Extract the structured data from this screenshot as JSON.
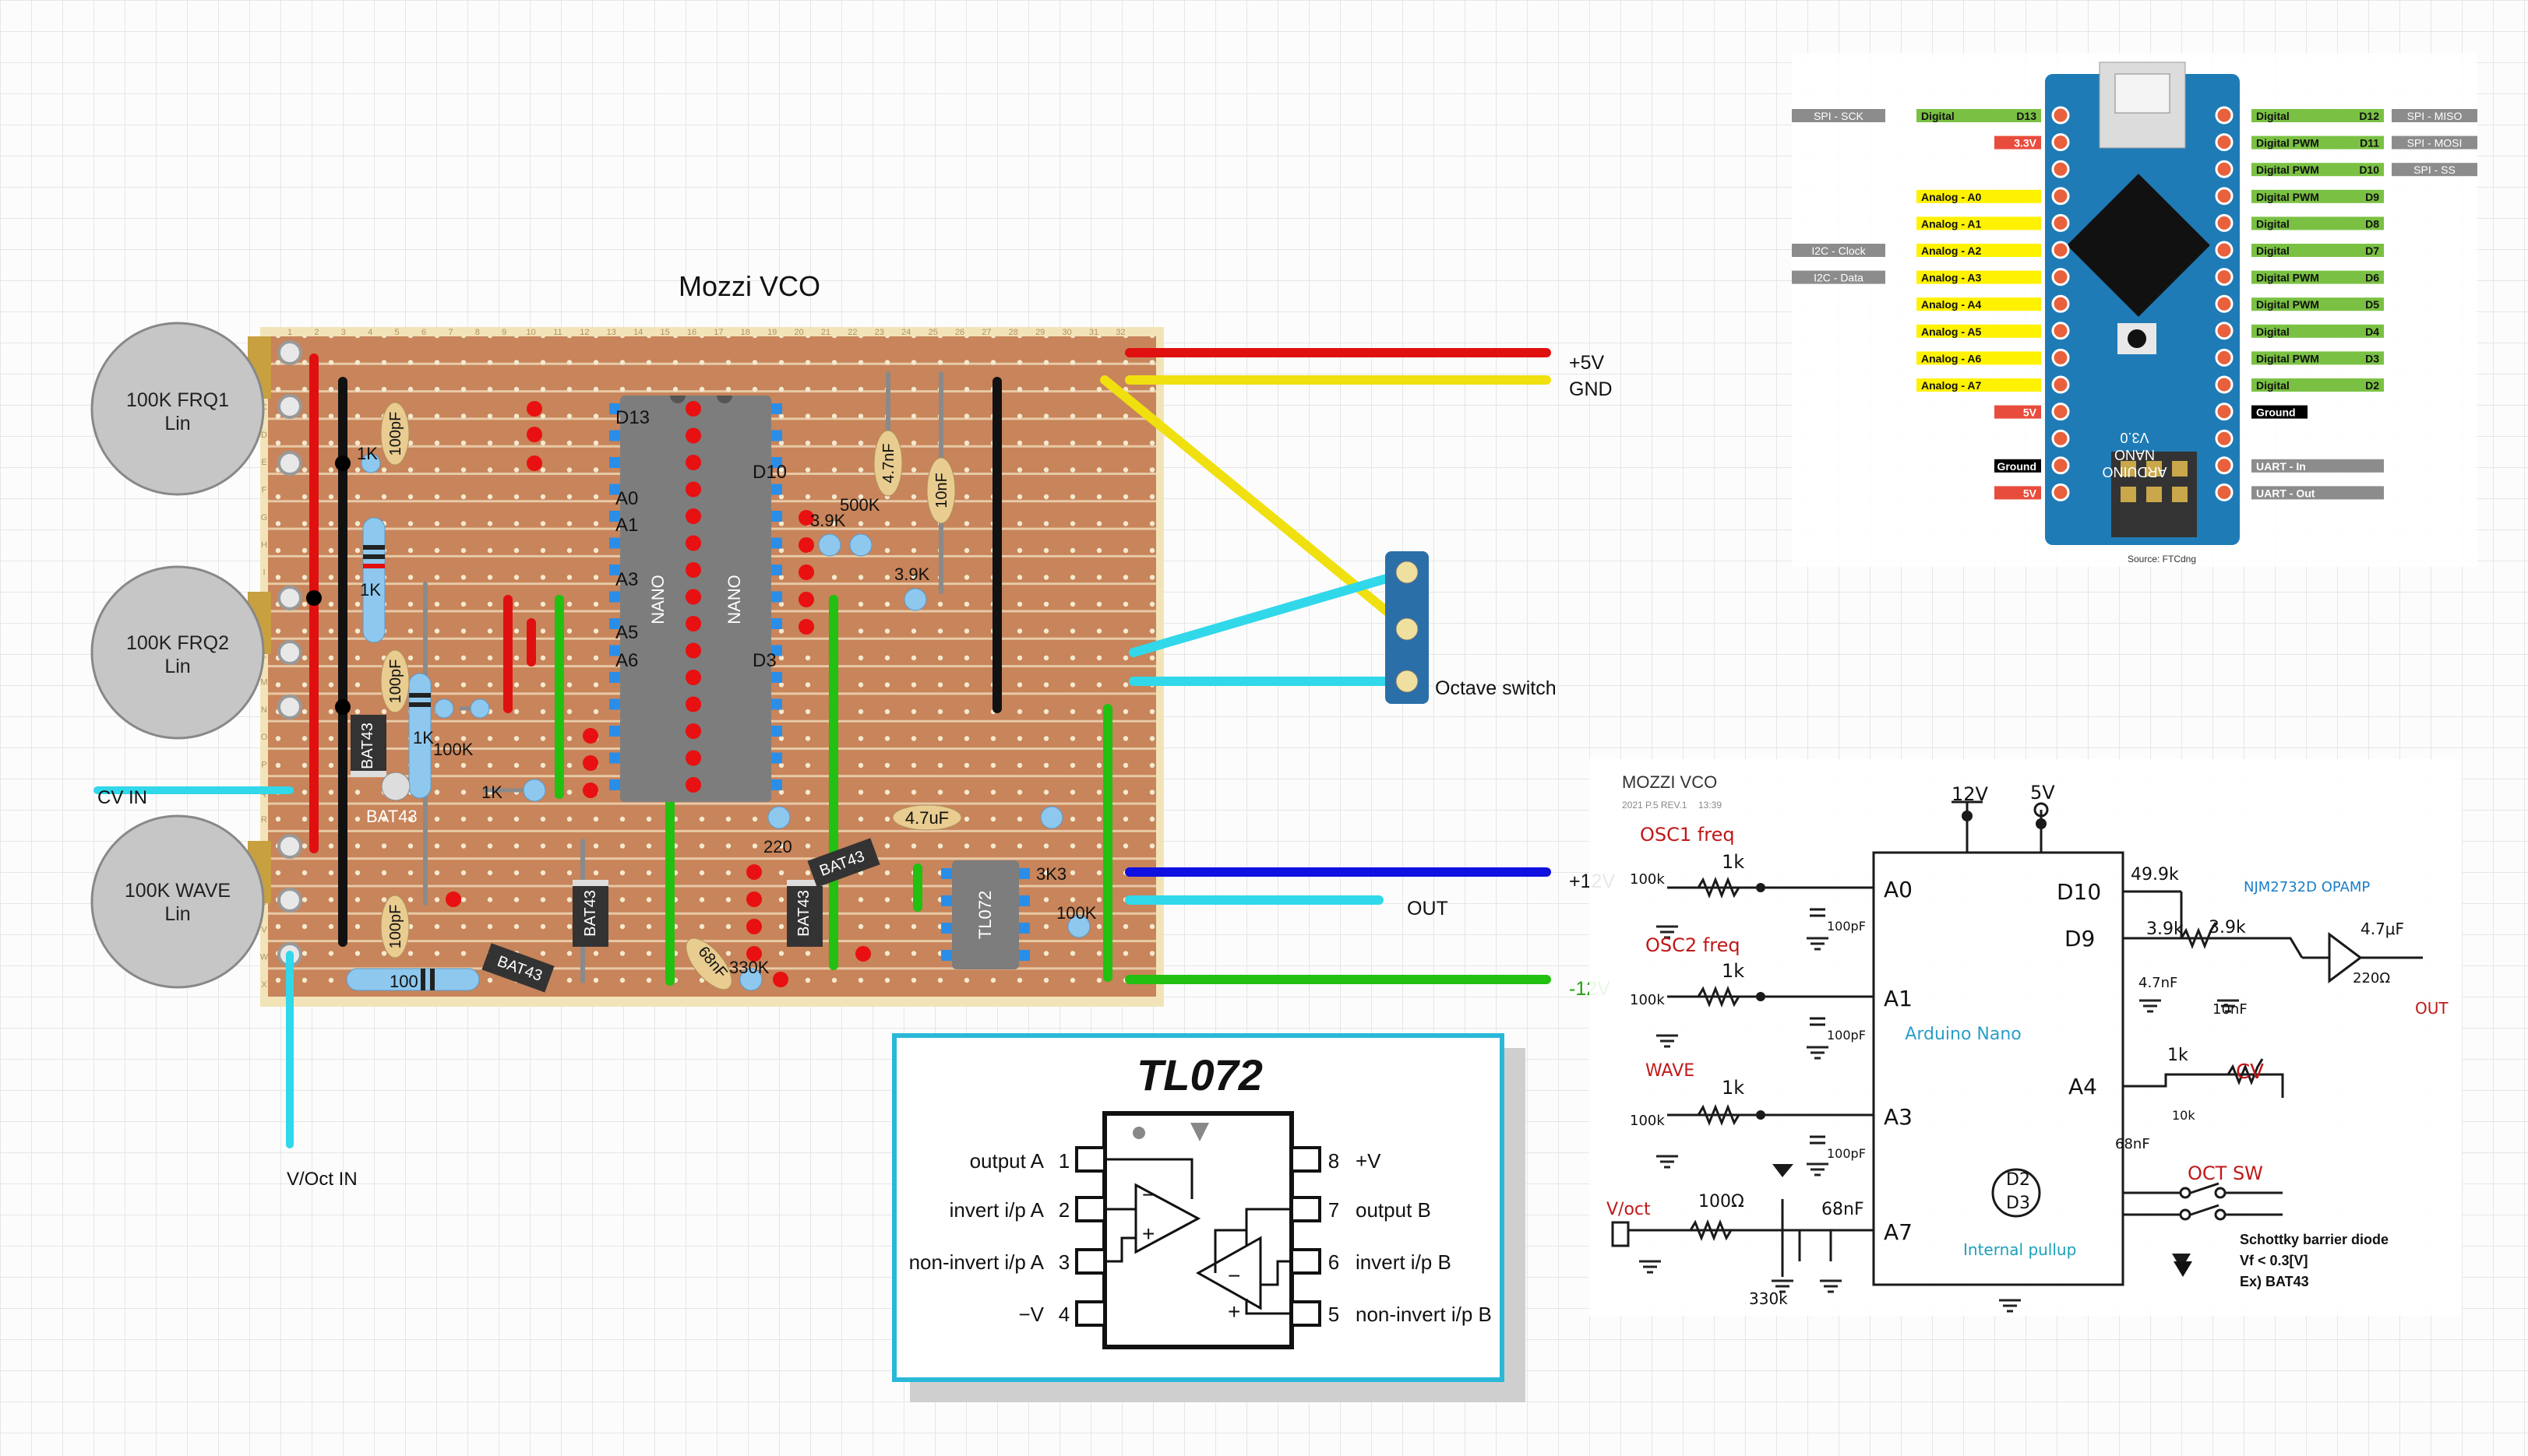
{
  "stripboard": {
    "title": "Mozzi VCO",
    "col_numbers": [
      "1",
      "2",
      "3",
      "4",
      "5",
      "6",
      "7",
      "8",
      "9",
      "10",
      "11",
      "12",
      "13",
      "14",
      "15",
      "16",
      "17",
      "18",
      "19",
      "20",
      "21",
      "22",
      "23",
      "24",
      "25",
      "26",
      "27",
      "28",
      "29",
      "30",
      "31",
      "32"
    ],
    "row_letters": [
      "A",
      "B",
      "C",
      "D",
      "E",
      "F",
      "G",
      "H",
      "I",
      "J",
      "K",
      "L",
      "M",
      "N",
      "O",
      "P",
      "Q",
      "R",
      "S",
      "T",
      "U",
      "V",
      "W",
      "X"
    ],
    "pots": [
      {
        "line1": "100K FRQ1",
        "line2": "Lin"
      },
      {
        "line1": "100K FRQ2",
        "line2": "Lin"
      },
      {
        "line1": "100K WAVE",
        "line2": "Lin"
      }
    ],
    "ic_nano_label": "NANO",
    "ic_tl072_label": "TL072",
    "pin_labels": {
      "d13": "D13",
      "a0": "A0",
      "a1": "A1",
      "a3": "A3",
      "a5": "A5",
      "a6": "A6",
      "d10": "D10",
      "d3": "D3"
    },
    "components": {
      "r_1k_a": "1K",
      "c_100pf_a": "100pF",
      "r_1k_b": "1K",
      "c_100pf_b": "100pF",
      "r_1k_c": "1K",
      "r_100k": "100K",
      "r_1k_d": "1K",
      "bat43_a": "BAT43",
      "bat43_b": "BAT43",
      "c_100pf_c": "100pF",
      "r_100": "100",
      "bat43_c": "BAT43",
      "bat43_d": "BAT43",
      "bat43_e": "BAT43",
      "bat43_f": "BAT43",
      "c_68nf": "68nF",
      "r_330k": "330K",
      "r_220": "220",
      "c_4_7uf": "4.7uF",
      "r_3k3": "3K3",
      "r_100k_b": "100K",
      "r_3_9k_a": "3.9K",
      "r_500k": "500K",
      "c_4_7nf": "4.7nF",
      "c_10nf": "10nF",
      "r_3_9k_b": "3.9K"
    },
    "rails": {
      "plus5v": "+5V",
      "gnd": "GND",
      "plus12v": "+12V",
      "minus12v": "-12V",
      "out": "OUT"
    },
    "io": {
      "cv_in": "CV IN",
      "voct_in": "V/Oct IN",
      "octave_switch": "Octave switch"
    }
  },
  "tl072_box": {
    "title": "TL072",
    "pins_left": [
      {
        "name": "output A",
        "num": "1"
      },
      {
        "name": "invert i/p A",
        "num": "2"
      },
      {
        "name": "non-invert i/p A",
        "num": "3"
      },
      {
        "name": "−V",
        "num": "4"
      }
    ],
    "pins_right": [
      {
        "num": "8",
        "name": "+V"
      },
      {
        "num": "7",
        "name": "output B"
      },
      {
        "num": "6",
        "name": "invert i/p B"
      },
      {
        "num": "5",
        "name": "non-invert i/p B"
      }
    ]
  },
  "nano_pinout": {
    "left": [
      {
        "extra": "SPI - SCK",
        "func": "Digital",
        "pin": "D13"
      },
      {
        "extra": "",
        "func": "",
        "pin": "3.3V"
      },
      {
        "extra": "",
        "func": "",
        "pin": ""
      },
      {
        "extra": "",
        "func": "Analog - A0",
        "pin": ""
      },
      {
        "extra": "",
        "func": "Analog - A1",
        "pin": ""
      },
      {
        "extra": "I2C - Clock",
        "func": "Analog - A2",
        "pin": ""
      },
      {
        "extra": "I2C - Data",
        "func": "Analog - A3",
        "pin": ""
      },
      {
        "extra": "",
        "func": "Analog - A4",
        "pin": ""
      },
      {
        "extra": "",
        "func": "Analog - A5",
        "pin": ""
      },
      {
        "extra": "",
        "func": "Analog - A6",
        "pin": ""
      },
      {
        "extra": "",
        "func": "Analog - A7",
        "pin": ""
      },
      {
        "extra": "",
        "func": "",
        "pin": "5V"
      },
      {
        "extra": "",
        "func": "",
        "pin": ""
      },
      {
        "extra": "",
        "func": "",
        "pin": "Ground"
      },
      {
        "extra": "",
        "func": "",
        "pin": "5V"
      }
    ],
    "right": [
      {
        "func": "Digital",
        "pin": "D12",
        "extra": "SPI - MISO"
      },
      {
        "func": "Digital PWM",
        "pin": "D11",
        "extra": "SPI - MOSI"
      },
      {
        "func": "Digital PWM",
        "pin": "D10",
        "extra": "SPI - SS"
      },
      {
        "func": "Digital PWM",
        "pin": "D9",
        "extra": ""
      },
      {
        "func": "Digital",
        "pin": "D8",
        "extra": ""
      },
      {
        "func": "Digital",
        "pin": "D7",
        "extra": ""
      },
      {
        "func": "Digital PWM",
        "pin": "D6",
        "extra": ""
      },
      {
        "func": "Digital PWM",
        "pin": "D5",
        "extra": ""
      },
      {
        "func": "Digital",
        "pin": "D4",
        "extra": ""
      },
      {
        "func": "Digital PWM",
        "pin": "D3",
        "extra": ""
      },
      {
        "func": "Digital",
        "pin": "D2",
        "extra": ""
      },
      {
        "func": "Ground",
        "pin": "",
        "extra": ""
      },
      {
        "func": "",
        "pin": "",
        "extra": ""
      },
      {
        "func": "UART - In",
        "pin": "",
        "extra": ""
      },
      {
        "func": "UART - Out",
        "pin": "",
        "extra": ""
      }
    ],
    "board_text": [
      "ARDUINO",
      "NANO",
      "V3.0"
    ],
    "source": "Source: FTCdng",
    "colors": {
      "board": "#1f7bb6",
      "digital": "#7ac143",
      "analog": "#fff200",
      "power": "#e84c3d",
      "grey": "#8c8c8c",
      "ground": "#000000"
    }
  },
  "schematic": {
    "title": "MOZZI VCO",
    "date": "2021 P.5 REV.1",
    "time": "13:39",
    "mcu": "Arduino Nano",
    "pins": {
      "a0": "A0",
      "a1": "A1",
      "a3": "A3",
      "a7": "A7",
      "d10": "D10",
      "d9": "D9",
      "a4": "A4",
      "d2": "D2",
      "d3": "D3"
    },
    "supplies": {
      "v12": "12V",
      "v5": "5V"
    },
    "inputs": {
      "osc1": "OSC1 freq",
      "osc2": "OSC2 freq",
      "wave": "WAVE",
      "voct": "V/oct"
    },
    "parts": {
      "pot": "100k",
      "r1k": "1k",
      "c100pf": "100pF",
      "r100": "100Ω",
      "r330k": "330k",
      "c68nf": "68nF",
      "r499k": "49.9k",
      "r39k": "3.9k",
      "c47nf": "4.7nF",
      "c10nf": "10nF",
      "opamp": "NJM2732D OPAMP",
      "c47uf": "4.7μF",
      "r220": "220Ω",
      "out": "OUT",
      "cv": "CV",
      "r1k_cv": "1k",
      "r10k": "10k",
      "c68nf_cv": "68nF",
      "oct_sw": "OCT SW",
      "pullup": "Internal pullup"
    },
    "schottky": {
      "title": "Schottky barrier diode",
      "vf": "Vf < 0.3[V]",
      "ex": "Ex) BAT43"
    }
  }
}
